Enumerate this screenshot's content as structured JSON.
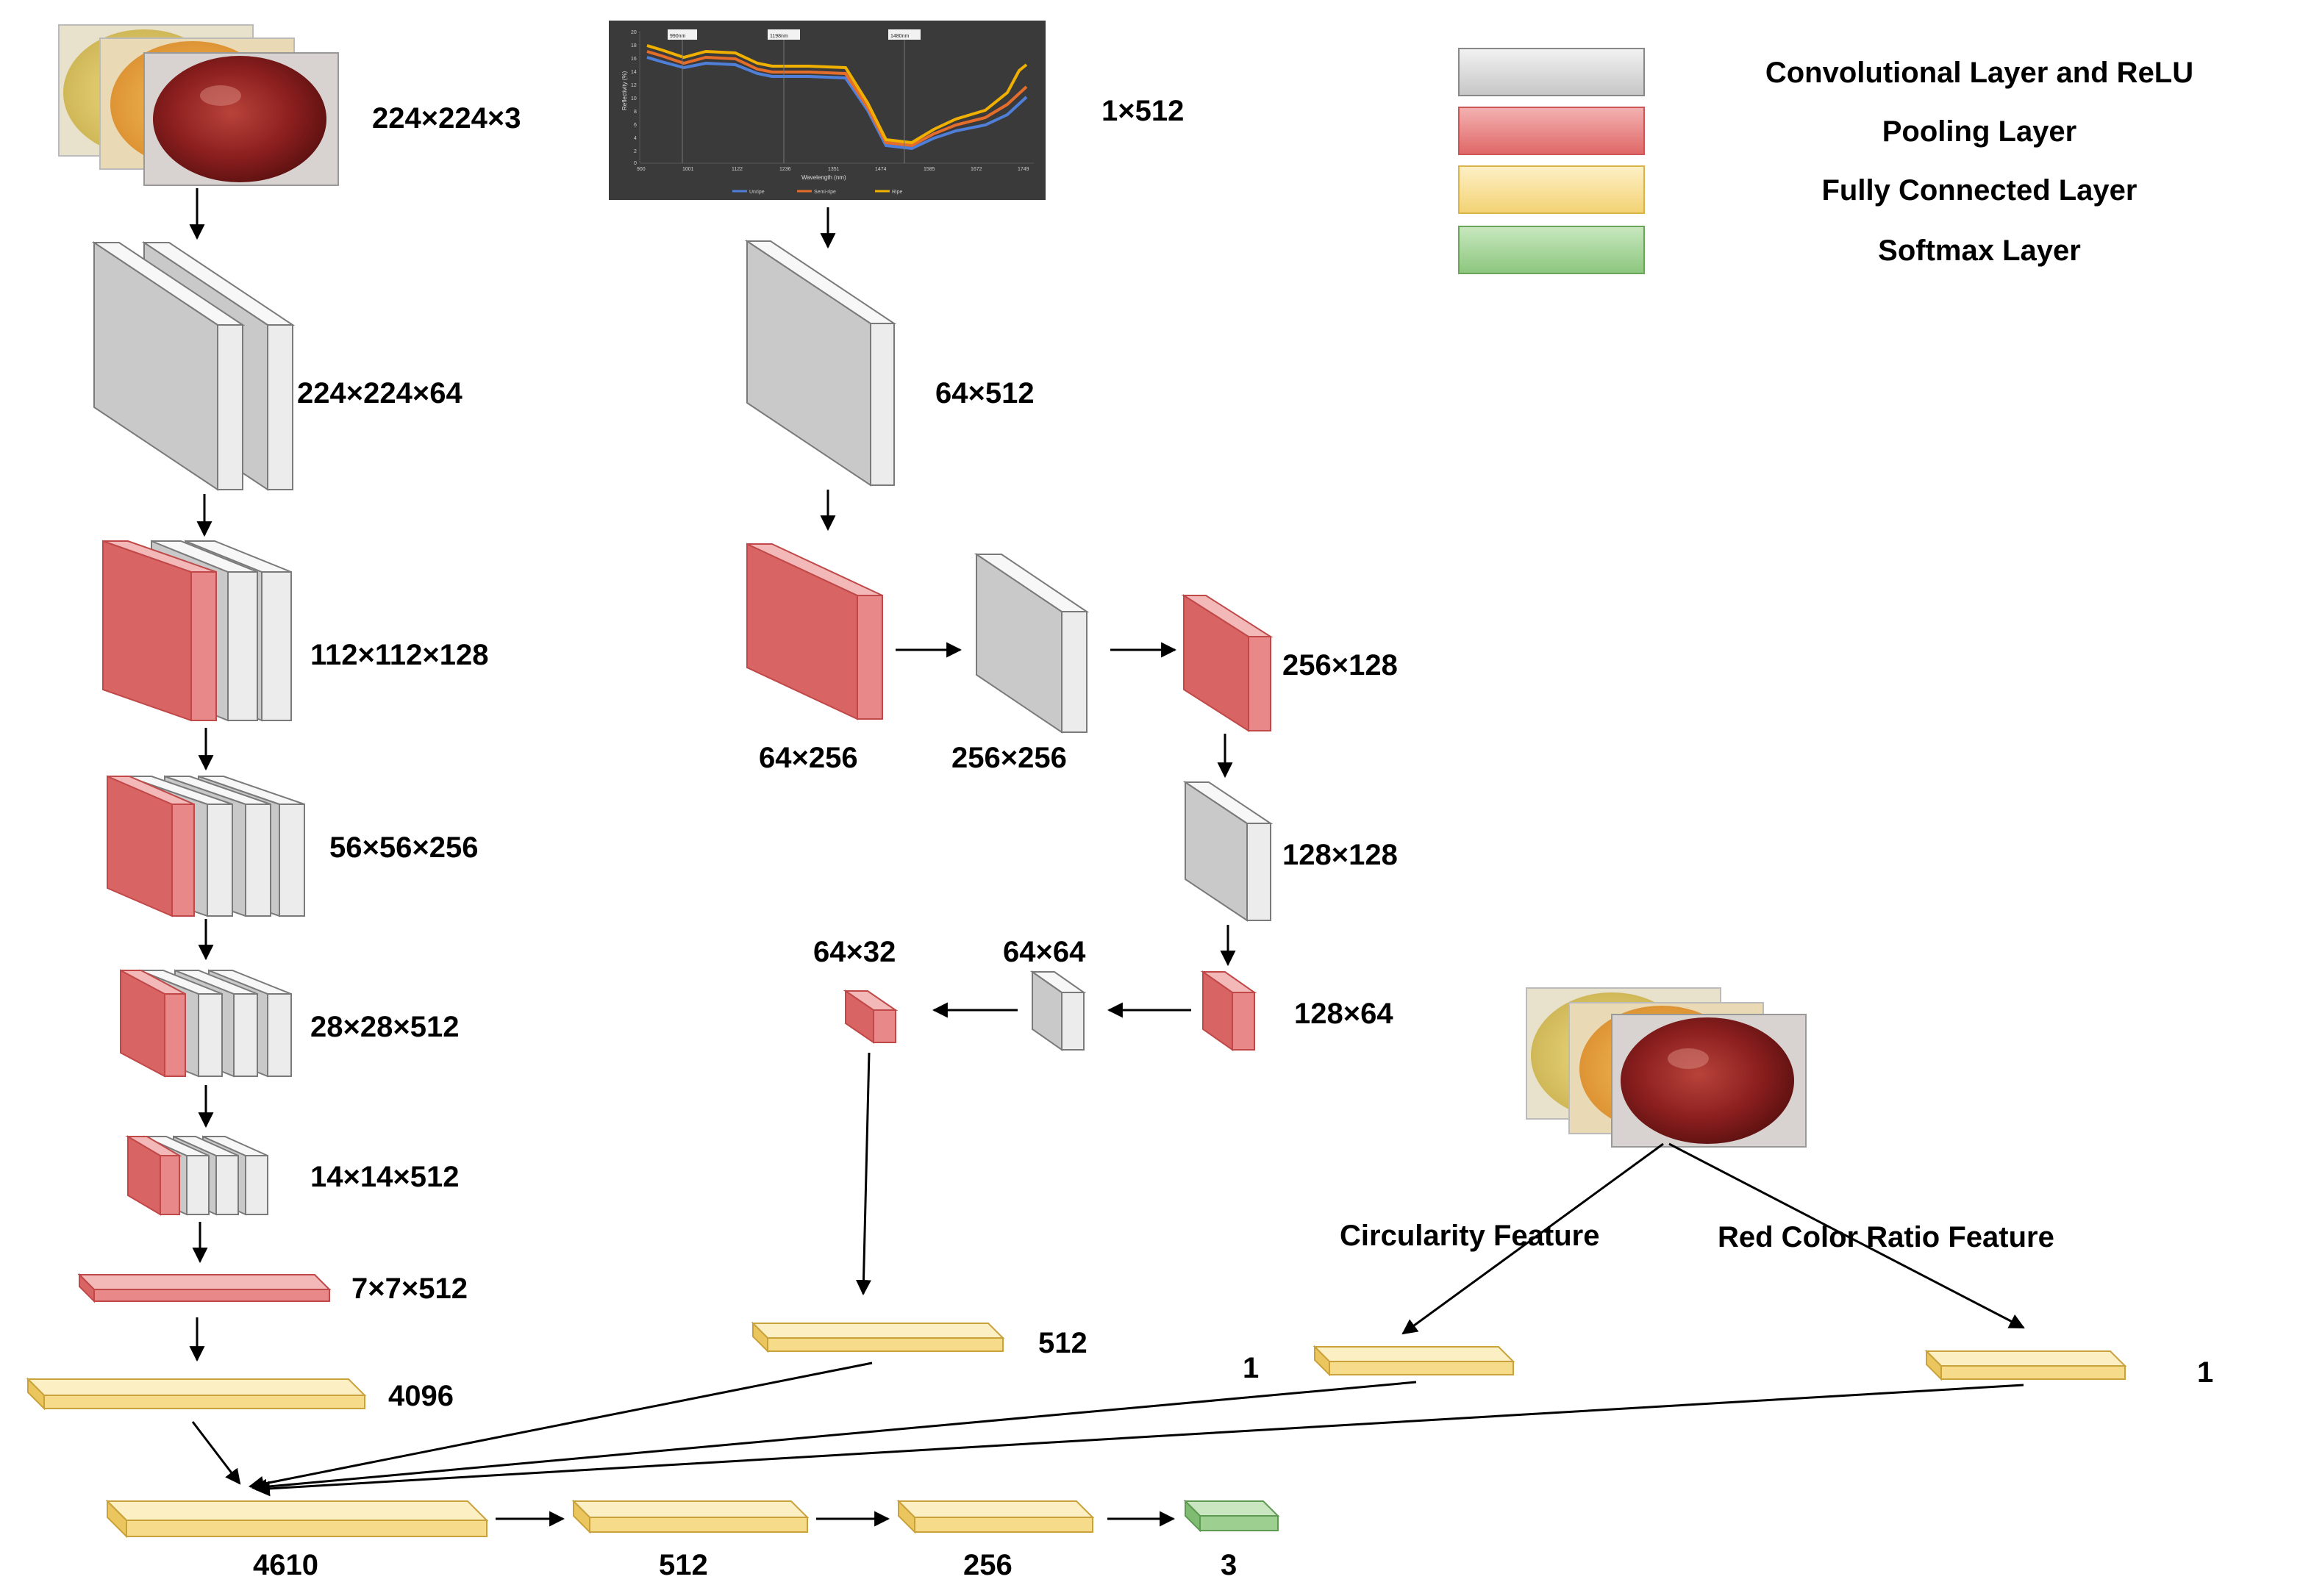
{
  "legend": {
    "conv": "Convolutional Layer and ReLU",
    "pool": "Pooling Layer",
    "fc": "Fully Connected Layer",
    "softmax": "Softmax Layer"
  },
  "colors": {
    "conv": "#d6d6d6",
    "pool": "#ea8a8a",
    "fc": "#f6dc8a",
    "softmax": "#9ccf90",
    "arrow": "#000000"
  },
  "image_branch": {
    "input": "224×224×3",
    "conv1": "224×224×64",
    "block2": "112×112×128",
    "block3": "56×56×256",
    "block4": "28×28×512",
    "block5": "14×14×512",
    "pool5": "7×7×512",
    "fc1": "4096"
  },
  "spectral_branch": {
    "input": "1×512",
    "conv1": "64×512",
    "pool1": "64×256",
    "conv2": "256×256",
    "pool2": "256×128",
    "conv3": "128×128",
    "pool3": "128×64",
    "conv4": "64×64",
    "pool4": "64×32",
    "fc": "512"
  },
  "spectrum_chart": {
    "ylabel": "Reflectivity (%)",
    "xlabel": "Wavelength (nm)",
    "markers": [
      "990nm",
      "1198nm",
      "1480nm"
    ],
    "x_ticks": [
      "900",
      "1001",
      "1122",
      "1236",
      "1351",
      "1474",
      "1585",
      "1672",
      "1749"
    ],
    "y_ticks": [
      "20",
      "18",
      "16",
      "14",
      "12",
      "10",
      "8",
      "6",
      "4",
      "2",
      "0"
    ],
    "series": [
      "Unripe",
      "Semi-ripe",
      "Ripe"
    ],
    "series_colors": [
      "#4f7fd8",
      "#e56d2b",
      "#f0b000"
    ]
  },
  "feature_branch": {
    "circularity_label": "Circularity Feature",
    "red_ratio_label": "Red Color Ratio Feature",
    "circularity_dim": "1",
    "red_ratio_dim": "1"
  },
  "fusion": {
    "concat": "4610",
    "fc2": "512",
    "fc3": "256",
    "output": "3"
  }
}
